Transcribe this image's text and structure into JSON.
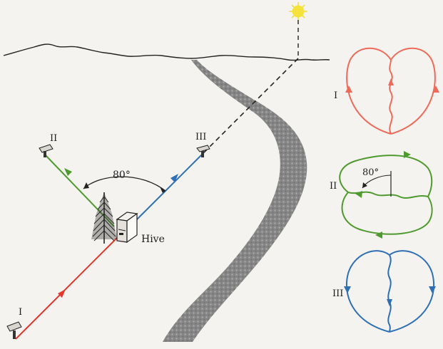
{
  "labels": {
    "hive": "Hive",
    "angle": "80°",
    "feeder_left": "II",
    "feeder_center": "III",
    "feeder_bottom": "I"
  },
  "dances": [
    {
      "numeral": "I",
      "color": "#ee6b5a",
      "description": "waggle run straight up"
    },
    {
      "numeral": "II",
      "color": "#4f9a2e",
      "description": "waggle run 80° to the left of vertical",
      "angle_label": "80°"
    },
    {
      "numeral": "III",
      "color": "#2f6fb5",
      "description": "waggle run straight down"
    }
  ],
  "colors": {
    "background": "#f4f3ef",
    "ink": "#1d1d1d",
    "route_I": "#e2382e",
    "route_II": "#4f9a2e",
    "route_III": "#2f6fb5",
    "road": "#8c8c8c",
    "sun": "#f6e23b"
  },
  "icons": [
    "sun-icon",
    "tree-icon",
    "hive-icon",
    "feeder-icon"
  ]
}
